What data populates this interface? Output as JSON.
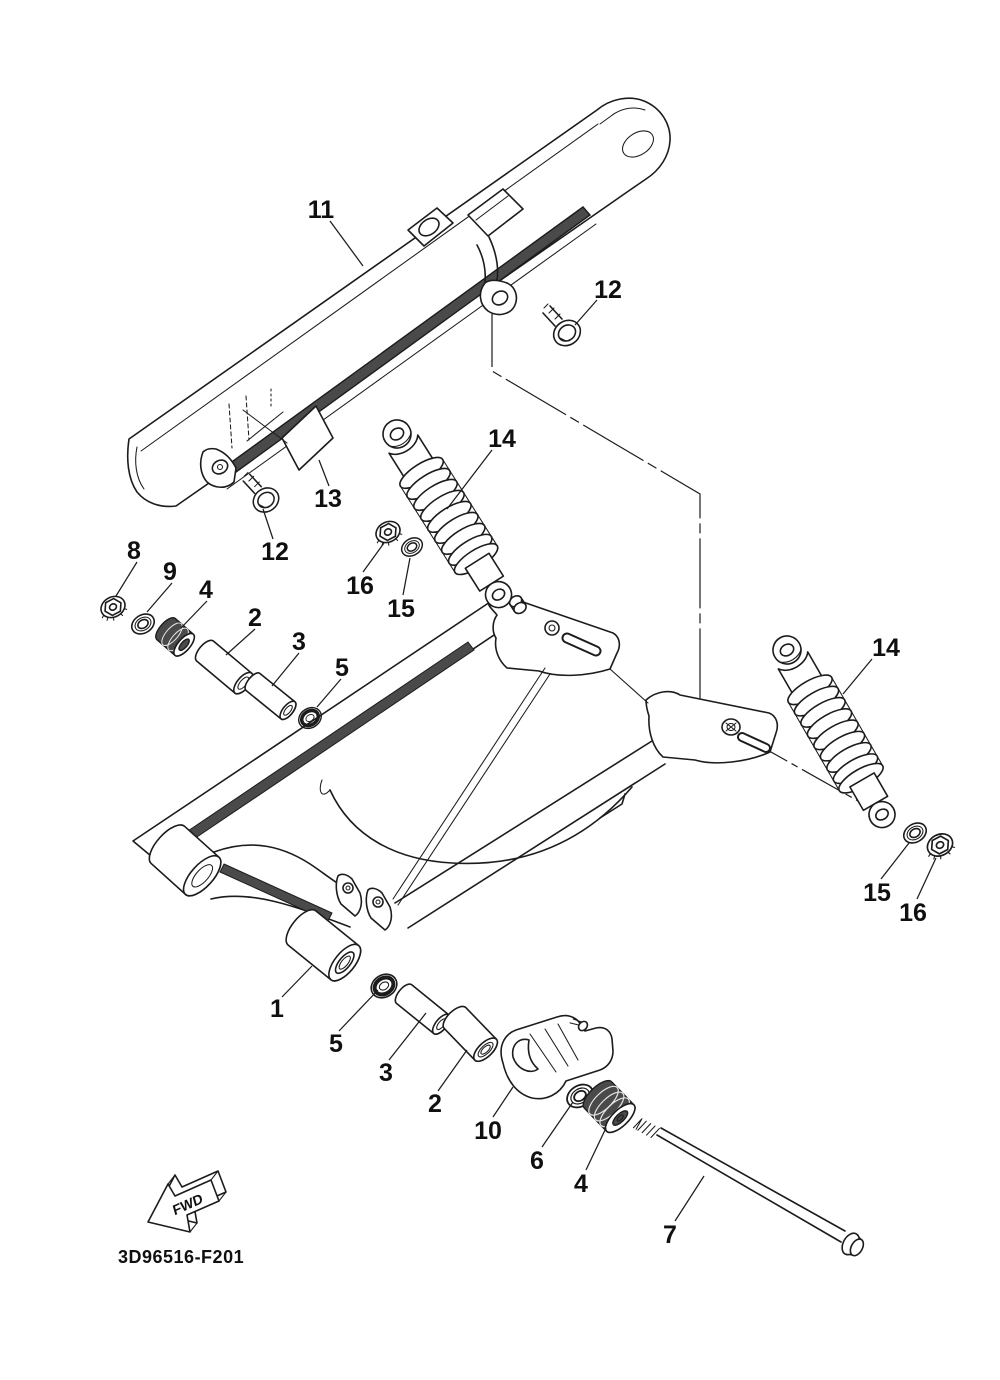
{
  "document": {
    "drawing_code": "3D96516-F201",
    "fwd_label": "FWD"
  },
  "colors": {
    "line": "#1c1c1c",
    "shade": "#4a4a4a",
    "background": "#ffffff"
  },
  "callouts": [
    {
      "part": "11"
    },
    {
      "part": "12"
    },
    {
      "part": "12"
    },
    {
      "part": "13"
    },
    {
      "part": "14"
    },
    {
      "part": "14"
    },
    {
      "part": "16"
    },
    {
      "part": "15"
    },
    {
      "part": "8"
    },
    {
      "part": "9"
    },
    {
      "part": "4"
    },
    {
      "part": "2"
    },
    {
      "part": "3"
    },
    {
      "part": "5"
    },
    {
      "part": "1"
    },
    {
      "part": "5"
    },
    {
      "part": "3"
    },
    {
      "part": "2"
    },
    {
      "part": "10"
    },
    {
      "part": "6"
    },
    {
      "part": "4"
    },
    {
      "part": "7"
    },
    {
      "part": "15"
    },
    {
      "part": "16"
    }
  ]
}
